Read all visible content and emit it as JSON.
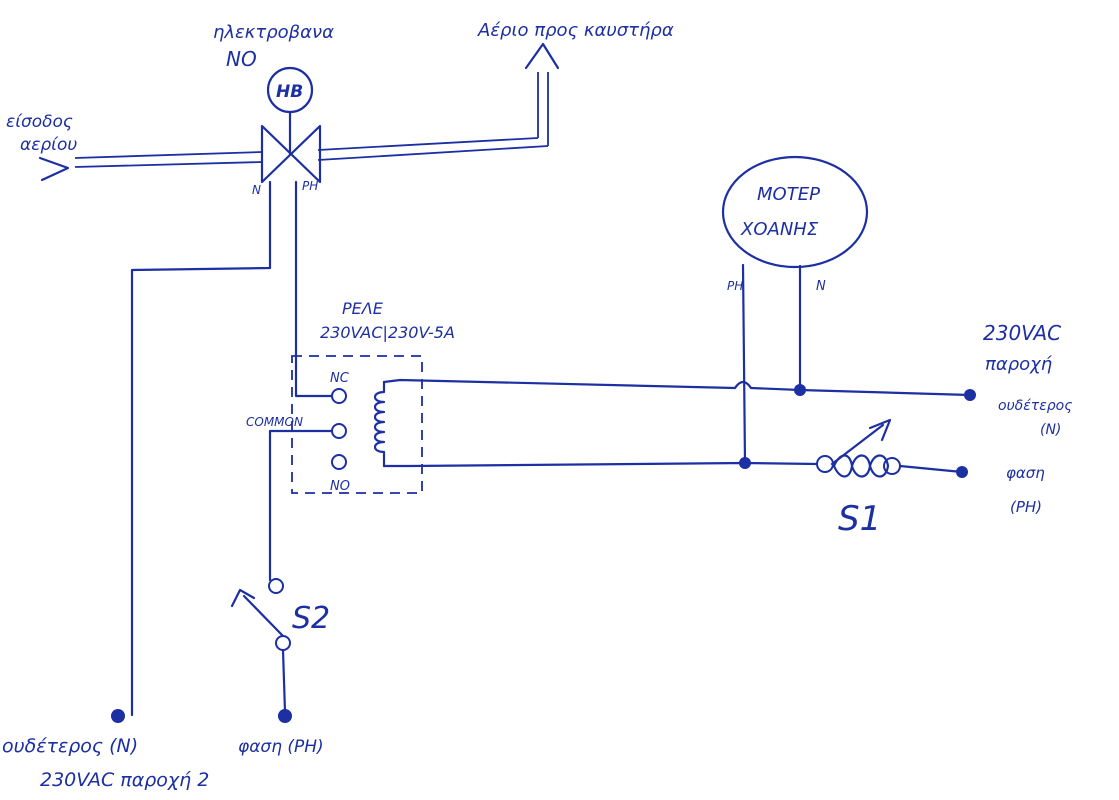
{
  "colors": {
    "ink": "#1c2fa3",
    "paper": "#ffffff"
  },
  "valve": {
    "title": "ηλεκτροβανα",
    "subtitle": "NO",
    "symbol": "HB",
    "pin_n": "N",
    "pin_ph": "PH"
  },
  "gas": {
    "inlet_line1": "είσοδος",
    "inlet_line2": "αερίου",
    "outlet": "Αέριο προς καυστήρα"
  },
  "motor": {
    "line1": "ΜΟΤΕΡ",
    "line2": "ΧΟΑΝΗΣ",
    "pin_ph": "PH",
    "pin_n": "N"
  },
  "relay": {
    "title": "ΡΕΛΕ",
    "rating": "230VAC|230V-5A",
    "nc": "NC",
    "common": "COMMON",
    "no": "NO"
  },
  "supply_right": {
    "line1": "230VAC",
    "line2": "παροχή",
    "neutral_line1": "ουδέτερος",
    "neutral_line2": "(N)",
    "phase_line1": "φαση",
    "phase_line2": "(PH)"
  },
  "switches": {
    "s1": "S1",
    "s2": "S2"
  },
  "supply_bottom": {
    "neutral": "ουδέτερος (N)",
    "phase": "φαση (PH)",
    "caption": "230VAC παροχή 2"
  }
}
